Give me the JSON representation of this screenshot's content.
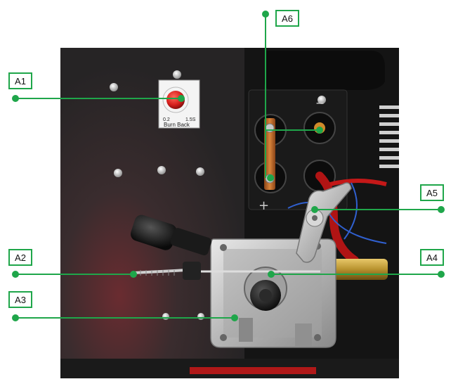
{
  "callouts": [
    {
      "id": "A1",
      "label": "A1"
    },
    {
      "id": "A2",
      "label": "A2"
    },
    {
      "id": "A3",
      "label": "A3"
    },
    {
      "id": "A4",
      "label": "A4"
    },
    {
      "id": "A5",
      "label": "A5"
    },
    {
      "id": "A6",
      "label": "A6"
    }
  ],
  "burn_back_label": {
    "min": "0.2",
    "max": "1.5S",
    "name": "Burn Back"
  },
  "terminal_labels": {
    "negative": "−",
    "positive": "+"
  },
  "colors": {
    "callout_green": "#1fa64a",
    "panel_dark": "#2a2627",
    "panel_black": "#141414",
    "knob_red": "#d8201e",
    "copper": "#c46a2a",
    "frame_silver": "#b8b8b8",
    "cable_red": "#c41818",
    "cable_blue": "#3060d0",
    "gun_brass": "#b8922e"
  },
  "icons": [
    "burn-back-knob-icon",
    "dinse-socket-icon",
    "tension-arm-icon",
    "feed-roll-icon"
  ]
}
